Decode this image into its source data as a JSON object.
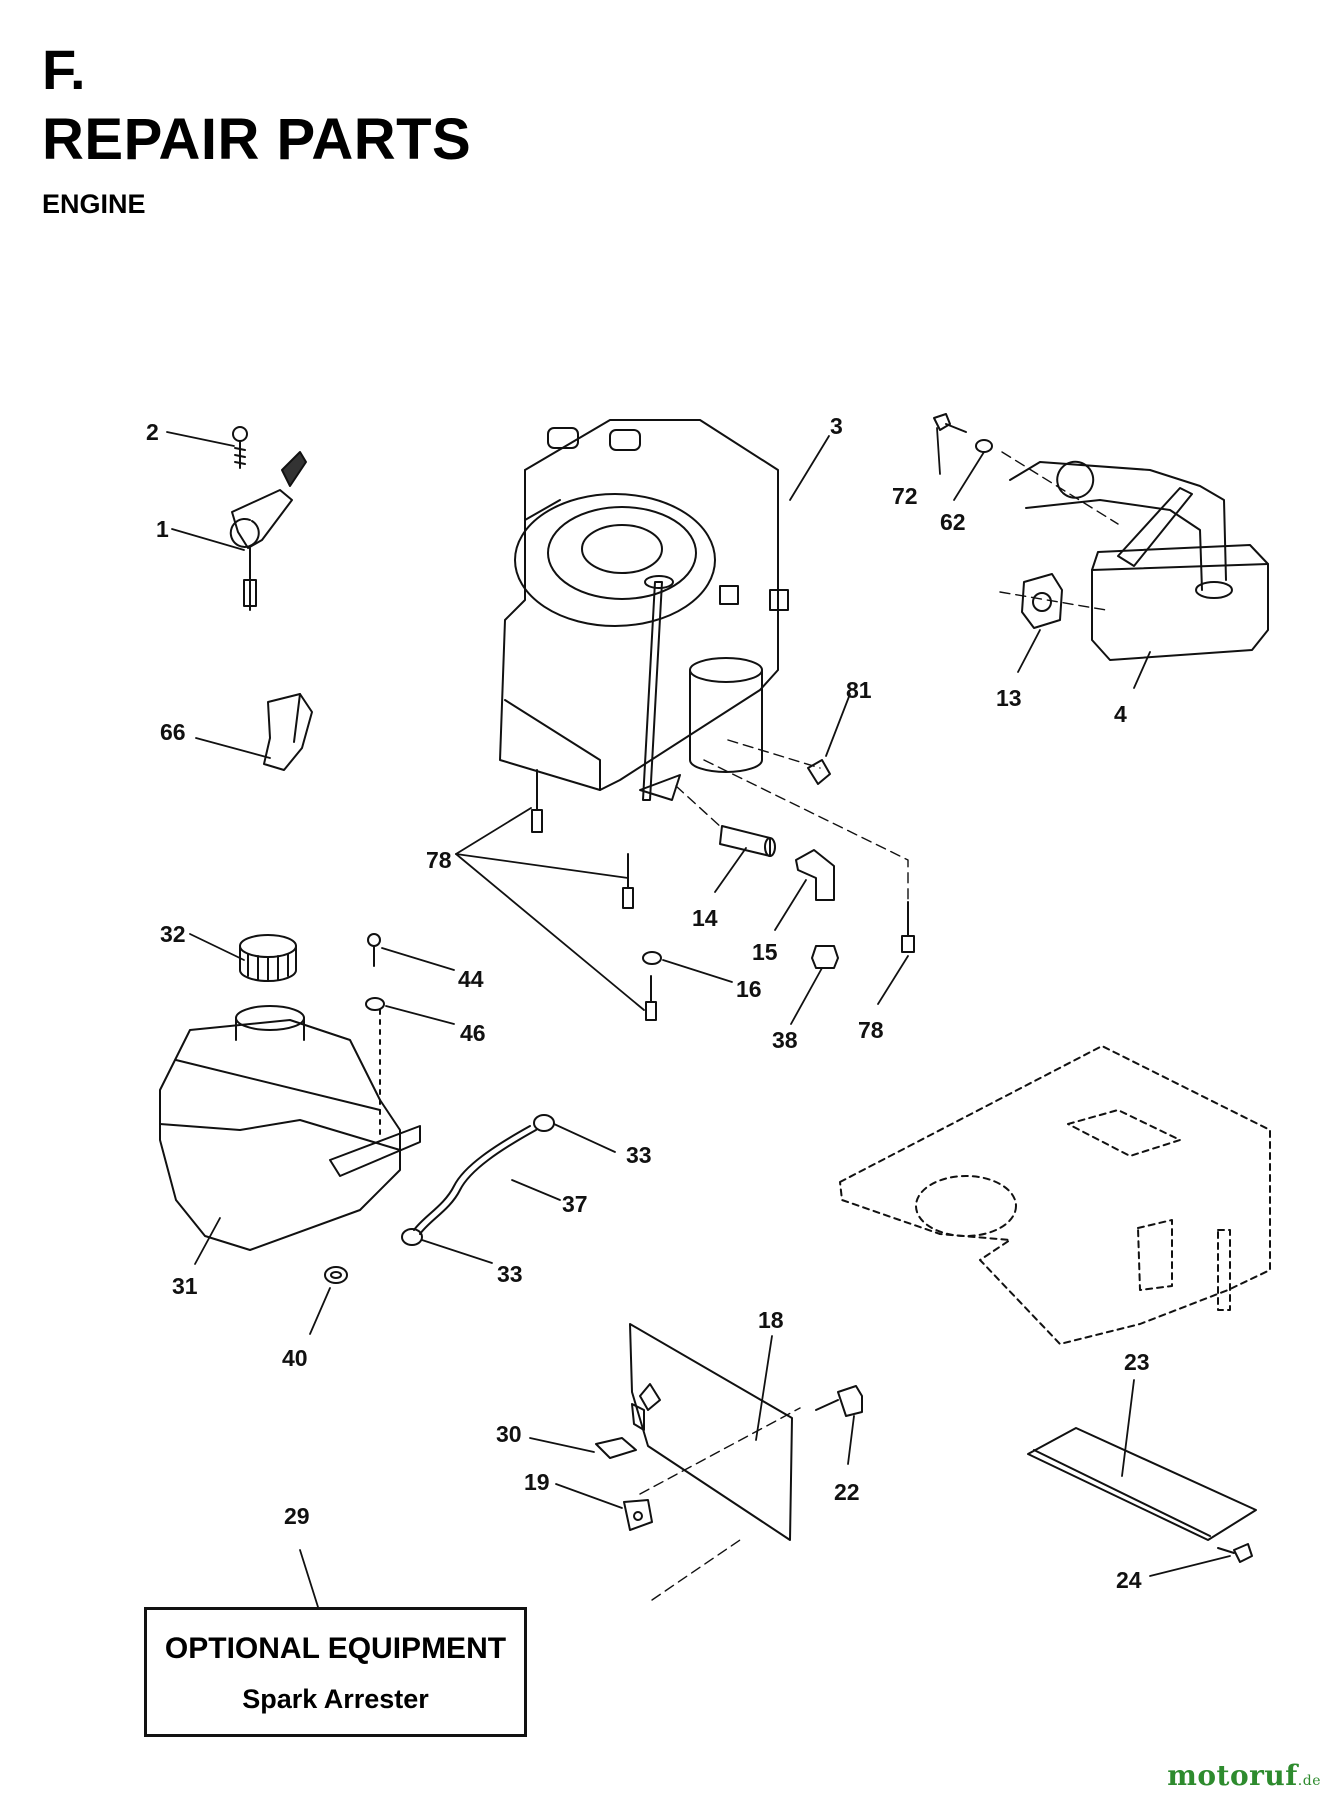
{
  "header": {
    "section": "F.",
    "title": "REPAIR PARTS",
    "subtitle": "ENGINE"
  },
  "callouts": {
    "c1": "1",
    "c2": "2",
    "c3": "3",
    "c4": "4",
    "c13": "13",
    "c14": "14",
    "c15": "15",
    "c16": "16",
    "c18": "18",
    "c19": "19",
    "c22": "22",
    "c23": "23",
    "c24": "24",
    "c29": "29",
    "c30": "30",
    "c31": "31",
    "c32": "32",
    "c33a": "33",
    "c33b": "33",
    "c37": "37",
    "c38": "38",
    "c40": "40",
    "c44": "44",
    "c46": "46",
    "c62": "62",
    "c66": "66",
    "c72": "72",
    "c78a": "78",
    "c78b": "78",
    "c81": "81"
  },
  "optional_box": {
    "title": "OPTIONAL EQUIPMENT",
    "item": "Spark Arrester"
  },
  "watermark": {
    "name": "motoruf",
    "domain": ".de"
  },
  "colors": {
    "ink": "#111111",
    "paper": "#ffffff",
    "watermark": "#2e8b2e"
  }
}
